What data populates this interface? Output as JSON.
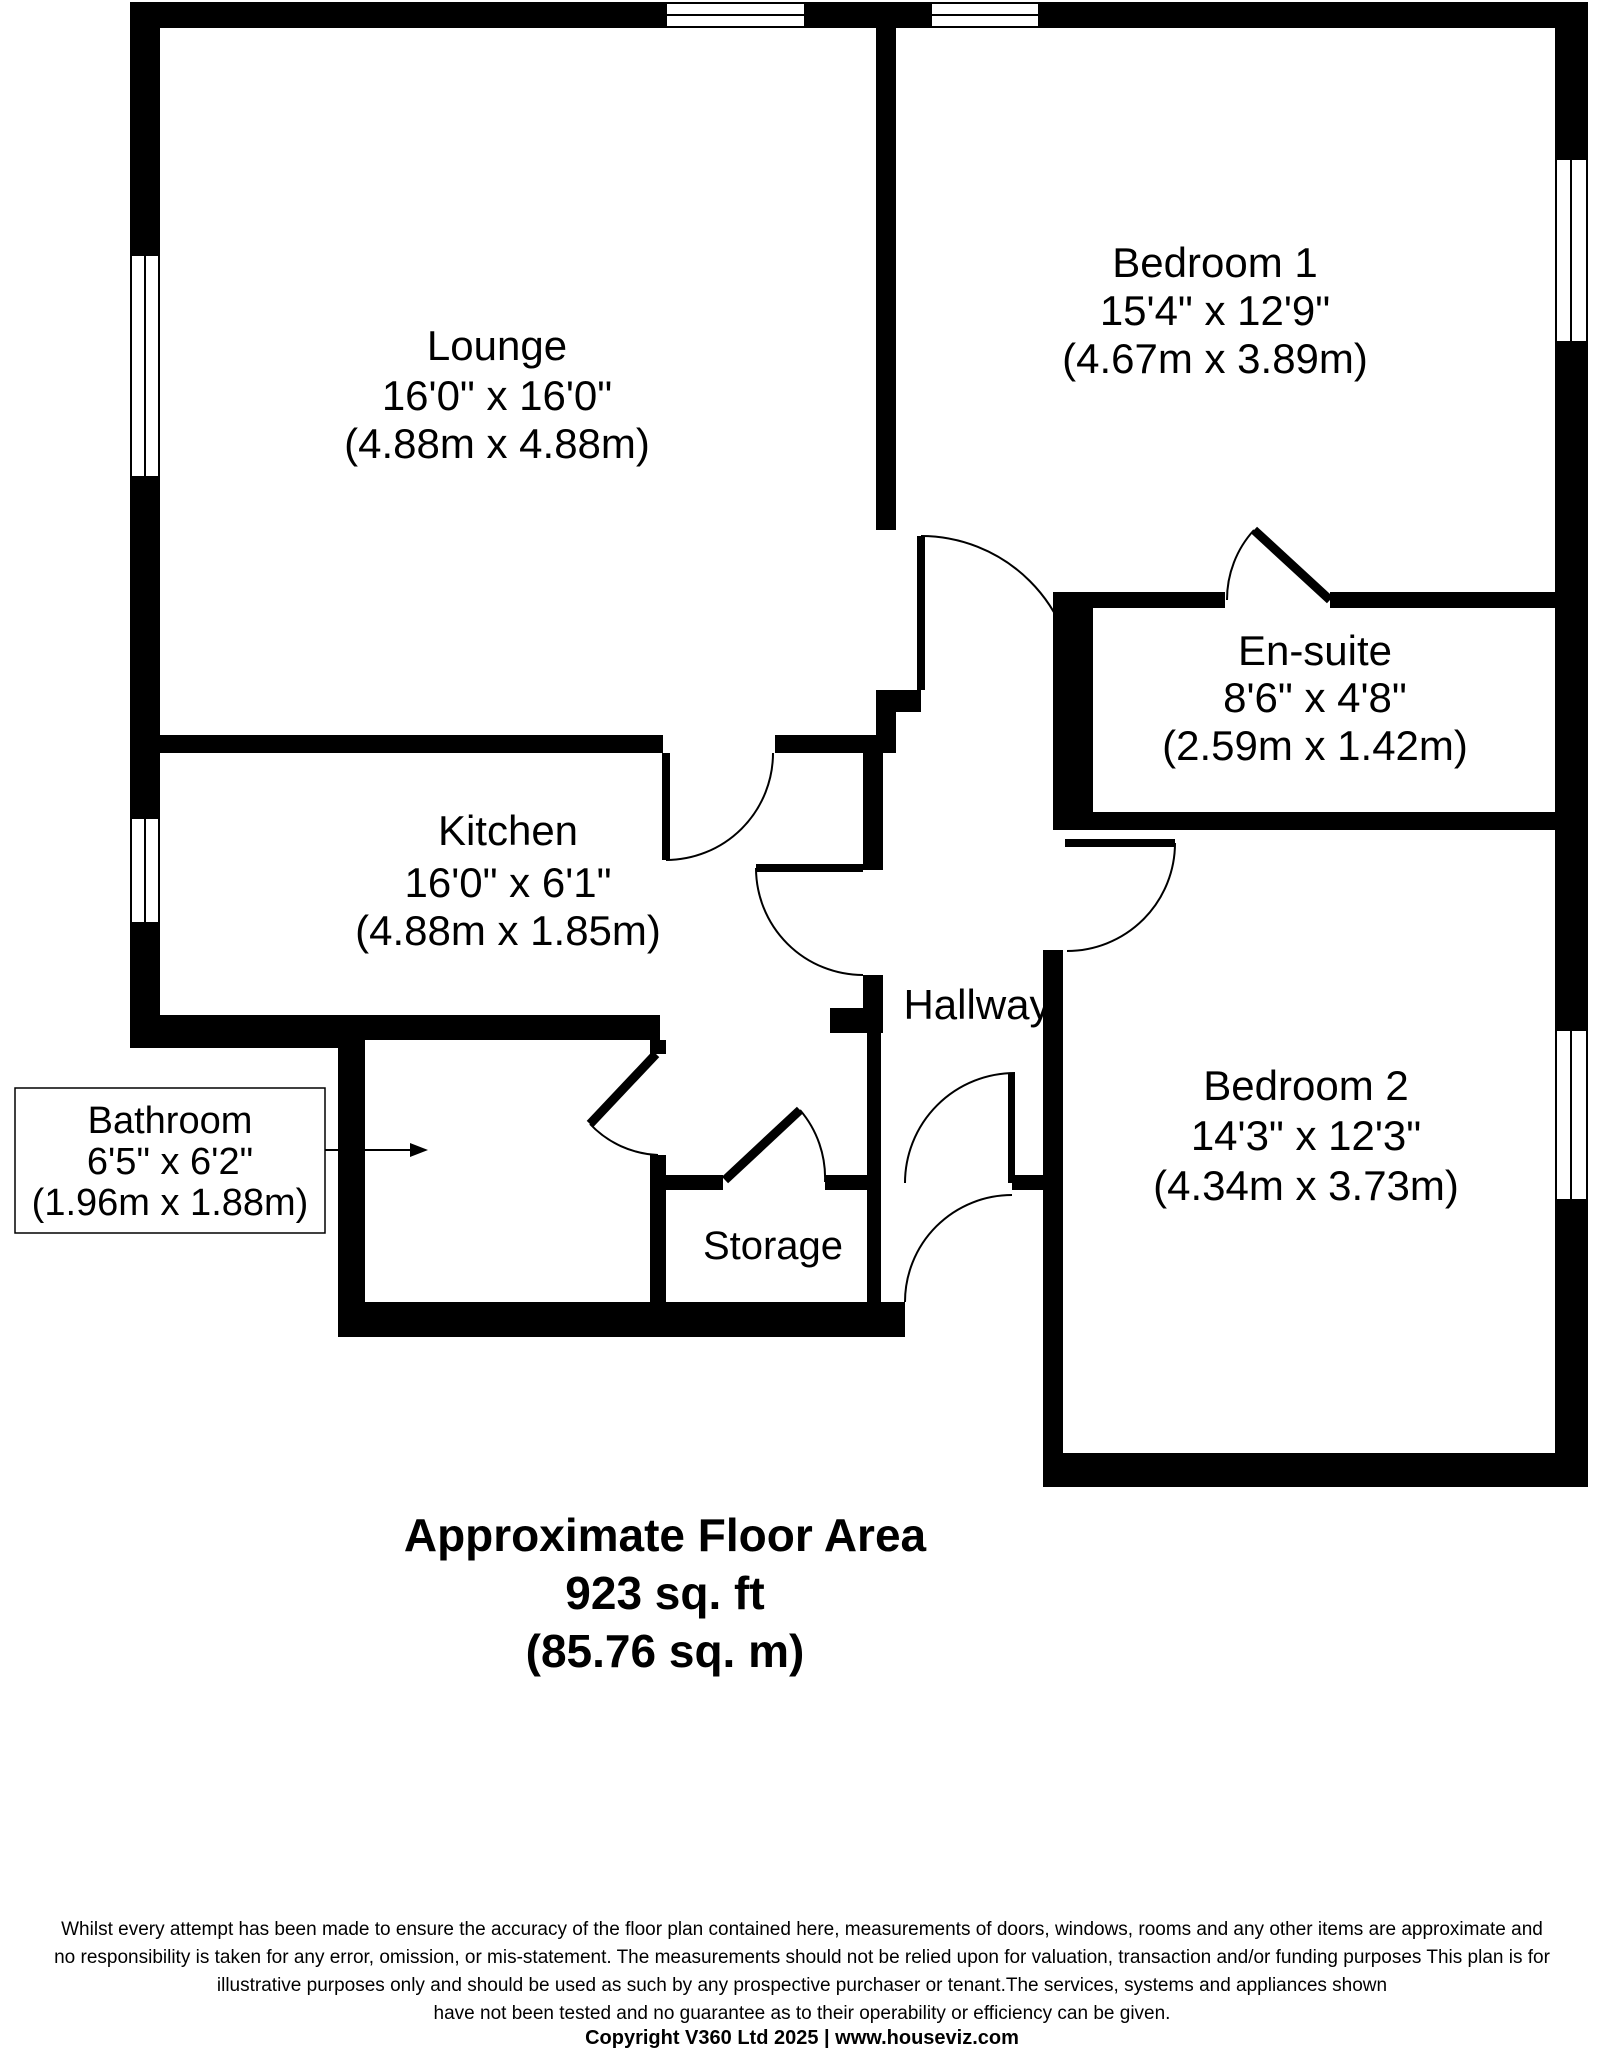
{
  "plan": {
    "rooms": {
      "lounge": {
        "name": "Lounge",
        "dims_imperial": "16'0\" x 16'0\"",
        "dims_metric": "(4.88m x 4.88m)"
      },
      "bedroom1": {
        "name": "Bedroom 1",
        "dims_imperial": "15'4\" x 12'9\"",
        "dims_metric": "(4.67m x 3.89m)"
      },
      "ensuite": {
        "name": "En-suite",
        "dims_imperial": "8'6\" x 4'8\"",
        "dims_metric": "(2.59m x 1.42m)"
      },
      "kitchen": {
        "name": "Kitchen",
        "dims_imperial": "16'0\" x 6'1\"",
        "dims_metric": "(4.88m x 1.85m)"
      },
      "bathroom": {
        "name": "Bathroom",
        "dims_imperial": "6'5\" x 6'2\"",
        "dims_metric": "(1.96m x 1.88m)"
      },
      "bedroom2": {
        "name": "Bedroom 2",
        "dims_imperial": "14'3\" x 12'3\"",
        "dims_metric": "(4.34m x 3.73m)"
      },
      "hallway": {
        "name": "Hallway"
      },
      "storage": {
        "name": "Storage"
      }
    },
    "floor_area": {
      "line1": "Approximate Floor Area",
      "line2": "923 sq. ft",
      "line3": "(85.76 sq. m)"
    },
    "disclaimer": {
      "lines": [
        "Whilst every attempt has been made to ensure the accuracy of the floor plan contained here, measurements of doors, windows, rooms and any other items are approximate and",
        "no responsibility is taken for any error, omission, or mis-statement.  The measurements should not be relied upon for valuation, transaction and/or funding purposes This plan is for",
        "illustrative purposes only and should be used as such by any prospective purchaser or tenant.The services, systems and appliances shown",
        "have not been tested and no guarantee as to their operability or efficiency can be given."
      ],
      "copyright": "Copyright V360 Ltd 2025 | www.houseviz.com"
    },
    "colors": {
      "wall": "#000000",
      "background": "#ffffff",
      "text": "#000000"
    }
  }
}
